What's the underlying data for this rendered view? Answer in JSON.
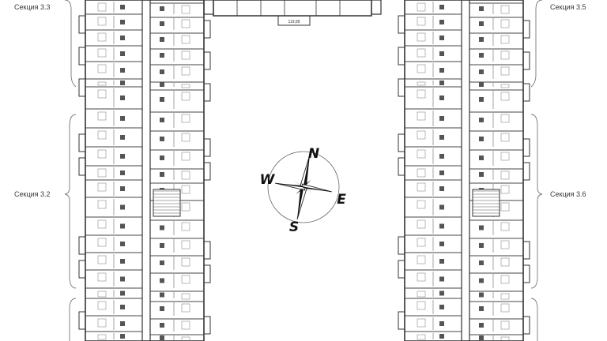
{
  "sections": {
    "s33": "Секция 3.3",
    "s32": "Секция 3.2",
    "s35": "Секция 3.5",
    "s36": "Секция 3.6"
  },
  "compass": {
    "n": "N",
    "e": "E",
    "s": "S",
    "w": "W"
  },
  "center_block_label": "119,99",
  "colors": {
    "line": "#4a4a4a",
    "wall": "#333333",
    "text": "#3a3a3a"
  }
}
